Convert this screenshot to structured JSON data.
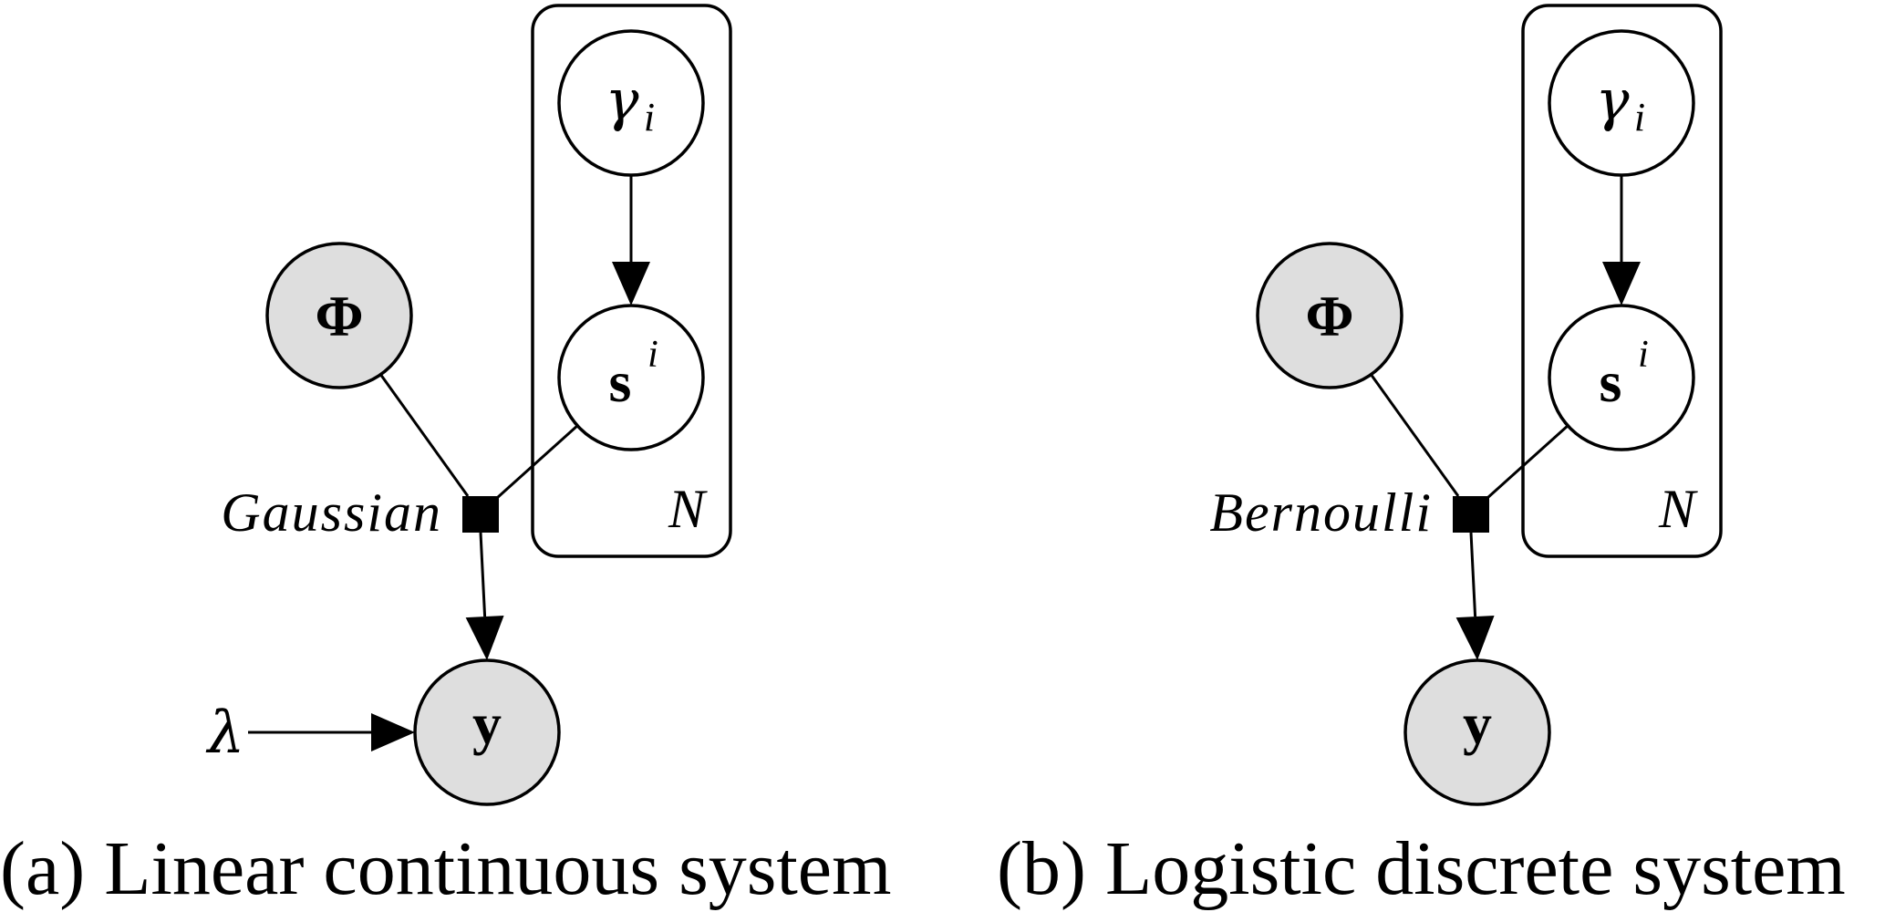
{
  "figure": {
    "colors": {
      "observed_fill": "#DEDEDE",
      "latent_fill": "#FFFFFF",
      "stroke": "#000000"
    },
    "panels": [
      {
        "id": "a",
        "caption": "(a) Linear continuous system",
        "factor_label": "Gaussian",
        "plate_label": "N",
        "nodes": {
          "gamma": {
            "symbol": "γ",
            "subscript": "i",
            "observed": false
          },
          "s": {
            "symbol": "s",
            "superscript": "i",
            "observed": false
          },
          "phi": {
            "symbol": "Φ",
            "observed": true
          },
          "y": {
            "symbol": "y",
            "observed": true
          }
        },
        "hyperparameter": {
          "symbol": "λ",
          "target": "y"
        },
        "edges": [
          {
            "from": "gamma",
            "to": "s",
            "directed": true
          },
          {
            "from": "phi",
            "to": "factor",
            "directed": false
          },
          {
            "from": "s",
            "to": "factor",
            "directed": false
          },
          {
            "from": "factor",
            "to": "y",
            "directed": true
          },
          {
            "from": "lambda",
            "to": "y",
            "directed": true
          }
        ]
      },
      {
        "id": "b",
        "caption": "(b) Logistic discrete system",
        "factor_label": "Bernoulli",
        "plate_label": "N",
        "nodes": {
          "gamma": {
            "symbol": "γ",
            "subscript": "i",
            "observed": false
          },
          "s": {
            "symbol": "s",
            "superscript": "i",
            "observed": false
          },
          "phi": {
            "symbol": "Φ",
            "observed": true
          },
          "y": {
            "symbol": "y",
            "observed": true
          }
        },
        "hyperparameter": null,
        "edges": [
          {
            "from": "gamma",
            "to": "s",
            "directed": true
          },
          {
            "from": "phi",
            "to": "factor",
            "directed": false
          },
          {
            "from": "s",
            "to": "factor",
            "directed": false
          },
          {
            "from": "factor",
            "to": "y",
            "directed": true
          }
        ]
      }
    ]
  }
}
